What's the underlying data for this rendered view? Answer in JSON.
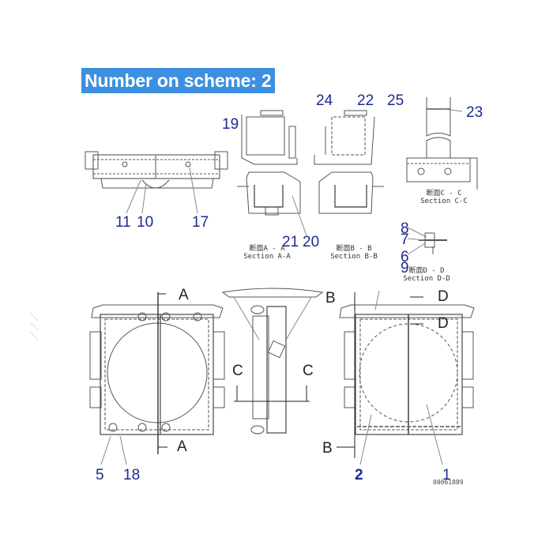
{
  "header": {
    "label": "Number on scheme: 2",
    "background": "#3d8fe0",
    "text_color": "#ffffff"
  },
  "callout_color": "#1e2a8c",
  "callouts": [
    {
      "id": "19",
      "text": "19"
    },
    {
      "id": "24",
      "text": "24"
    },
    {
      "id": "22",
      "text": "22"
    },
    {
      "id": "25",
      "text": "25"
    },
    {
      "id": "23",
      "text": "23"
    },
    {
      "id": "11",
      "text": "11"
    },
    {
      "id": "10",
      "text": "10"
    },
    {
      "id": "17",
      "text": "17"
    },
    {
      "id": "21",
      "text": "21"
    },
    {
      "id": "20",
      "text": "20"
    },
    {
      "id": "8",
      "text": "8"
    },
    {
      "id": "7",
      "text": "7"
    },
    {
      "id": "6",
      "text": "6"
    },
    {
      "id": "9",
      "text": "9"
    },
    {
      "id": "5",
      "text": "5"
    },
    {
      "id": "18",
      "text": "18"
    },
    {
      "id": "2",
      "text": "2"
    },
    {
      "id": "1",
      "text": "1"
    }
  ],
  "section_captions": {
    "aa": {
      "jp": "断面A - A",
      "en": "Section A-A"
    },
    "bb": {
      "jp": "断面B - B",
      "en": "Section B-B"
    },
    "cc": {
      "jp": "断面C - C",
      "en": "Section C-C"
    },
    "dd": {
      "jp": "断面D - D",
      "en": "Section D-D"
    }
  },
  "section_markers": {
    "a_top": "A",
    "a_bottom": "A",
    "b_top": "B",
    "b_bottom": "B",
    "c_left": "C",
    "c_right": "C",
    "d_top": "D",
    "d_mid": "D"
  },
  "drawing_code": "00061889"
}
